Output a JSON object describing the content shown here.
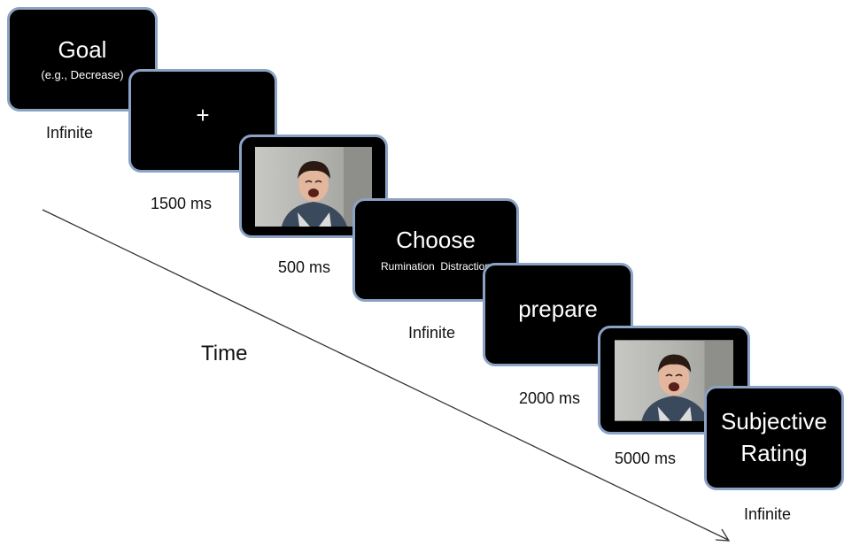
{
  "screens": {
    "goal": {
      "title": "Goal",
      "subtitle": "(e.g., Decrease)"
    },
    "fixation": {
      "symbol": "+"
    },
    "choose": {
      "title": "Choose",
      "options": "Rumination  Distraction"
    },
    "prepare": {
      "title": "prepare"
    },
    "rating": {
      "line1": "Subjective",
      "line2": "Rating"
    }
  },
  "durations": {
    "goal": "Infinite",
    "fixation": "1500 ms",
    "picture_preview": "500 ms",
    "choose": "Infinite",
    "prepare": "2000 ms",
    "picture_regulate": "5000 ms",
    "rating": "Infinite"
  },
  "axis_label": "Time",
  "photo": {
    "description_icon": "crying-boy-photo"
  }
}
